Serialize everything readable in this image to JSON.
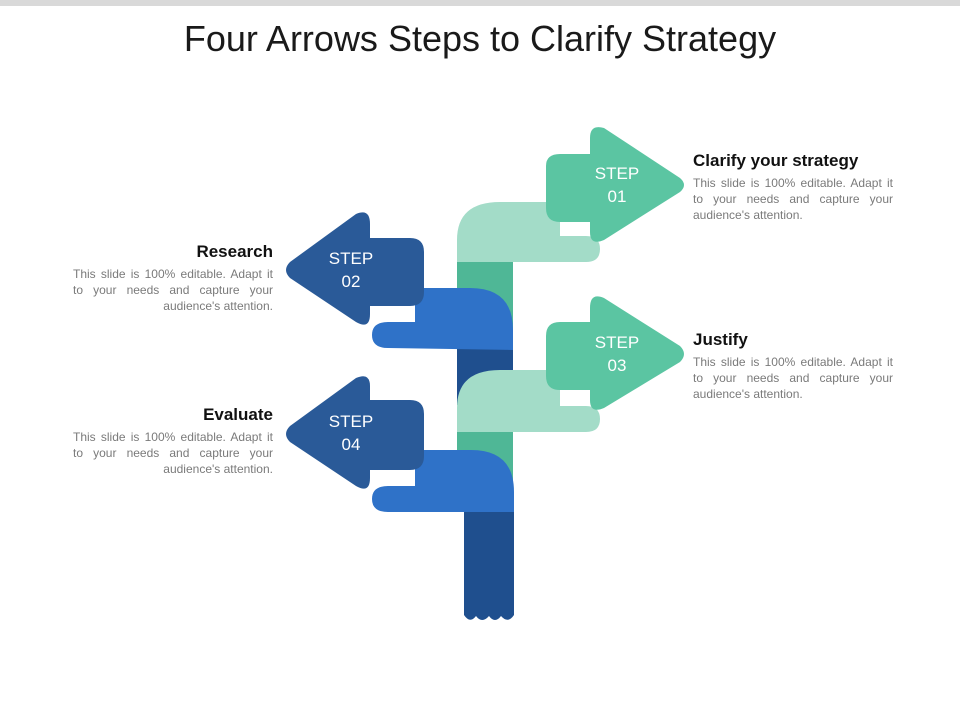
{
  "title": "Four Arrows Steps to Clarify Strategy",
  "colors": {
    "green_dark": "#5bc5a2",
    "green_light": "#a3dcc8",
    "green_mid": "#4fb796",
    "blue_dark": "#2a5a98",
    "blue_mid": "#2f72c8",
    "blue_trunk": "#1f4f8e"
  },
  "steps": [
    {
      "label_word": "STEP",
      "label_num": "01",
      "heading": "Clarify your strategy",
      "body": "This slide is 100% editable. Adapt it to your needs and capture your audience's attention."
    },
    {
      "label_word": "STEP",
      "label_num": "02",
      "heading": "Research",
      "body": "This slide is 100% editable. Adapt it to your needs and capture your audience's attention."
    },
    {
      "label_word": "STEP",
      "label_num": "03",
      "heading": "Justify",
      "body": "This slide is 100% editable. Adapt it to your needs and capture your audience's attention."
    },
    {
      "label_word": "STEP",
      "label_num": "04",
      "heading": "Evaluate",
      "body": "This slide is 100% editable. Adapt it to your needs and capture your audience's attention."
    }
  ]
}
